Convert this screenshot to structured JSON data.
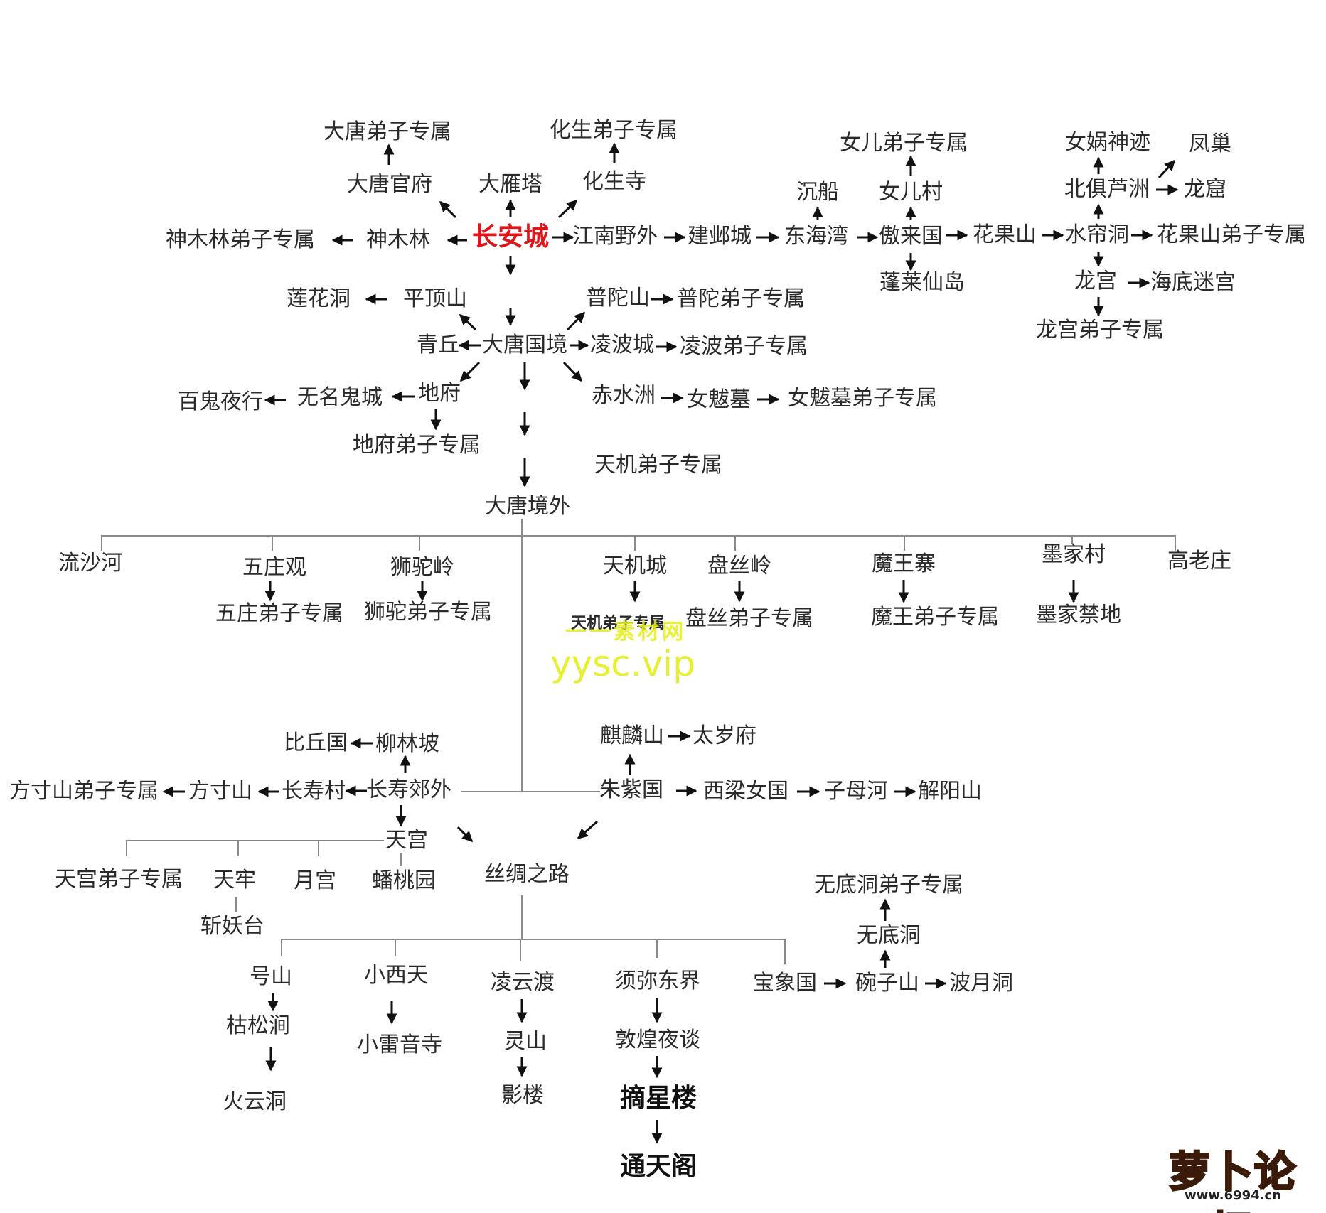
{
  "nodes": {
    "changan": "长安城",
    "datang_dizi": "大唐弟子专属",
    "datang_guanfu": "大唐官府",
    "dayanta": "大雁塔",
    "huasheng_dizi": "化生弟子专属",
    "huashengsi": "化生寺",
    "shenmulin_dizi": "神木林弟子专属",
    "shenmulin": "神木林",
    "jiangnan": "江南野外",
    "jianye": "建邺城",
    "donghaiwan": "东海湾",
    "chenchuan": "沉船",
    "nver_dizi": "女儿弟子专属",
    "nvercun": "女儿村",
    "aolaiguo": "傲来国",
    "penglai": "蓬莱仙岛",
    "huaguoshan": "花果山",
    "shuiliandong": "水帘洞",
    "huaguoshan_dizi": "花果山弟子专属",
    "beijuluzhou": "北俱芦洲",
    "nvwa": "女娲神迹",
    "fengchao": "凤巢",
    "longku": "龙窟",
    "longgong": "龙宫",
    "haidi": "海底迷宫",
    "longgong_dizi": "龙宫弟子专属",
    "lianhuadong": "莲花洞",
    "pingdingshan": "平顶山",
    "putuoshan": "普陀山",
    "putuo_dizi": "普陀弟子专属",
    "qingqiu": "青丘",
    "datangguojing": "大唐国境",
    "lingbocheng": "凌波城",
    "lingbo_dizi": "凌波弟子专属",
    "baigui": "百鬼夜行",
    "wuming": "无名鬼城",
    "difu": "地府",
    "difu_dizi": "地府弟子专属",
    "chishuizhou": "赤水洲",
    "nvbamu": "女魃墓",
    "nvbamu_dizi": "女魃墓弟子专属",
    "tianji_dizi_top": "天机弟子专属",
    "datangjingwai": "大唐境外",
    "liushahe": "流沙河",
    "wuzhuangguan": "五庄观",
    "wuzhuang_dizi": "五庄弟子专属",
    "shituoling": "狮驼岭",
    "shituo_dizi": "狮驼弟子专属",
    "tianjicheng": "天机城",
    "tianji_dizi": "天机弟子专属",
    "pansiling": "盘丝岭",
    "pansi_dizi": "盘丝弟子专属",
    "mowangzhai": "魔王寨",
    "mowang_dizi": "魔王弟子专属",
    "mojiacun": "墨家村",
    "mojiajindi": "墨家禁地",
    "gaolaozhuang": "高老庄",
    "biqiuguo": "比丘国",
    "liulinpo": "柳林坡",
    "qilinshan": "麒麟山",
    "taisuifu": "太岁府",
    "fangcun_dizi": "方寸山弟子专属",
    "fangcunshan": "方寸山",
    "changshoucun": "长寿村",
    "changshoujiaowai": "长寿郊外",
    "zhuziguo": "朱紫国",
    "xiliang": "西梁女国",
    "zimuhe": "子母河",
    "jieyangshan": "解阳山",
    "tiangong": "天宫",
    "tiangong_dizi": "天宫弟子专属",
    "tianlao": "天牢",
    "yuegong": "月宫",
    "pantaoyuan": "蟠桃园",
    "zhanyaotai": "斩妖台",
    "sichouzhilu": "丝绸之路",
    "wudidong_dizi": "无底洞弟子专属",
    "wudidong": "无底洞",
    "haoshan": "号山",
    "kusongjian": "枯松涧",
    "huoyundong": "火云洞",
    "xiaoxitian": "小西天",
    "xiaoleiyinsi": "小雷音寺",
    "lingyundu": "凌云渡",
    "lingshan": "灵山",
    "yinglou": "影楼",
    "xumidongjie": "须弥东界",
    "dunhuang": "敦煌夜谈",
    "zhaixinglou": "摘星楼",
    "tongtiange": "通天阁",
    "baoxiangguo": "宝象国",
    "wanzishan": "碗子山",
    "boyuedong": "波月洞"
  },
  "watermark": {
    "line1": "一一素材网",
    "line2": "yysc.vip"
  },
  "logo": {
    "text": "萝卜论坛",
    "url": "www.6994.cn"
  },
  "colors": {
    "hub": "#e0151b",
    "text": "#2a2a2a",
    "arrow": "#111111",
    "line": "#8a8a8a",
    "watermark": "#e4ee1a"
  }
}
